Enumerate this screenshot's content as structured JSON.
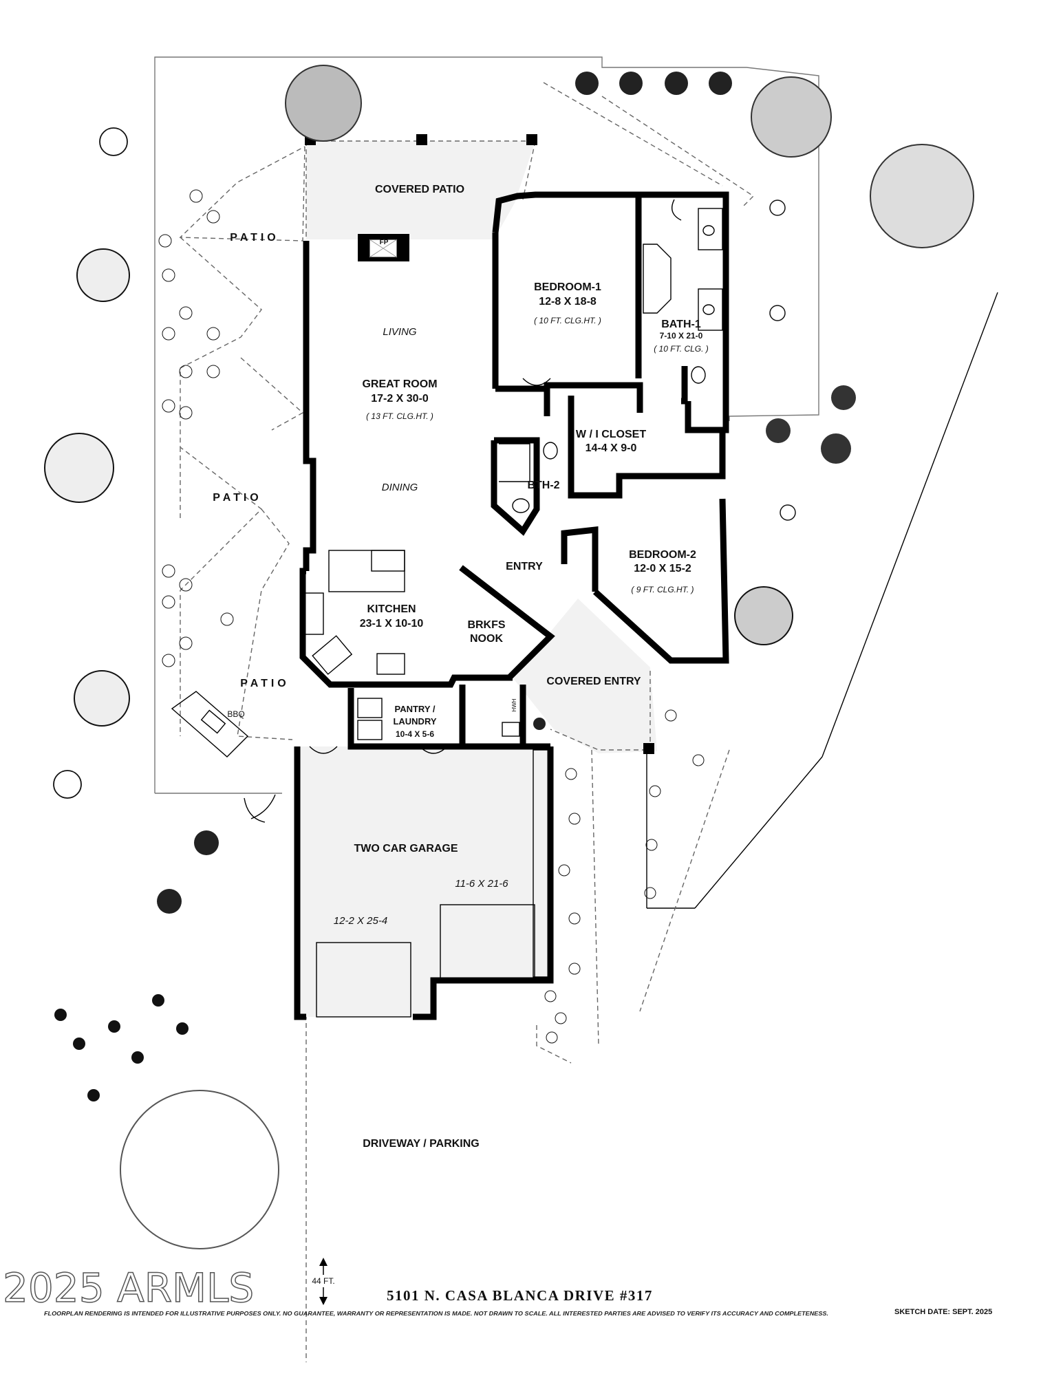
{
  "rooms": {
    "covered_patio": "COVERED PATIO",
    "patio_top": "PATIO",
    "patio_mid": "PATIO",
    "patio_low": "PATIO",
    "bbq": "BBQ",
    "fp": "FP",
    "living": "LIVING",
    "great_room": {
      "name": "GREAT ROOM",
      "dims": "17-2  X  30-0",
      "ceiling": "( 13 FT. CLG.HT. )"
    },
    "dining": "DINING",
    "bedroom1": {
      "name": "BEDROOM-1",
      "dims": "12-8  X  18-8",
      "ceiling": "( 10 FT. CLG.HT. )"
    },
    "bath1": {
      "name": "BATH-1",
      "dims": "7-10 X 21-0",
      "ceiling": "( 10 FT. CLG. )"
    },
    "wi_closet": {
      "name": "W / I  CLOSET",
      "dims": "14-4  X  9-0"
    },
    "bth2": "BTH-2",
    "entry": "ENTRY",
    "bedroom2": {
      "name": "BEDROOM-2",
      "dims": "12-0  X  15-2",
      "ceiling": "( 9 FT. CLG.HT. )"
    },
    "kitchen": {
      "name": "KITCHEN",
      "dims": "23-1 X 10-10"
    },
    "brkfs_nook": {
      "line1": "BRKFS",
      "line2": "NOOK"
    },
    "covered_entry": "COVERED ENTRY",
    "pantry": {
      "line1": "PANTRY /",
      "line2": "LAUNDRY",
      "dims": "10-4 X 5-6"
    },
    "hwh": "HWH",
    "garage": {
      "name": "TWO CAR GARAGE",
      "bay_right": "11-6 X 21-6",
      "bay_left": "12-2 X 25-4"
    },
    "driveway": "DRIVEWAY  /  PARKING"
  },
  "scale": {
    "label": "44 FT."
  },
  "watermark": "2025 ARMLS",
  "address": "5101 N. CASA BLANCA DRIVE #317",
  "disclaimer": "FLOORPLAN RENDERING IS INTENDED FOR ILLUSTRATIVE PURPOSES ONLY.  NO GUARANTEE, WARRANTY OR REPRESENTATION IS MADE.  NOT DRAWN TO SCALE.  ALL INTERESTED PARTIES ARE ADVISED TO VERIFY ITS ACCURACY AND COMPLETENESS.",
  "sketch_date": "SKETCH DATE:  SEPT. 2025"
}
